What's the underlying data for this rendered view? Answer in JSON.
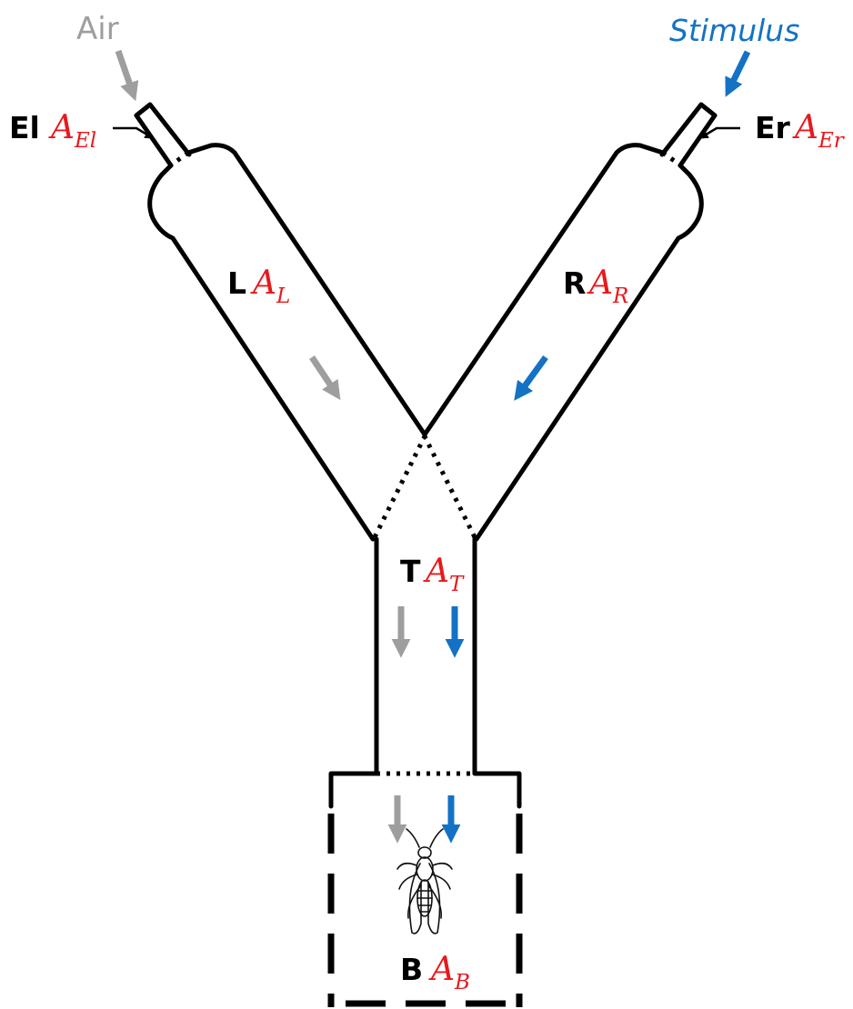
{
  "labels": {
    "air": "Air",
    "stimulus": "Stimulus",
    "el": "El",
    "er": "Er",
    "l": "L",
    "r": "R",
    "t": "T",
    "b": "B"
  },
  "variables": {
    "a": "A",
    "el_sub": "El",
    "er_sub": "Er",
    "l_sub": "L",
    "r_sub": "R",
    "t_sub": "T",
    "b_sub": "B"
  },
  "colors": {
    "air_arrow": "#9e9e9e",
    "stimulus_arrow": "#1372c4",
    "variable_text": "#e8181c",
    "walls": "#000000"
  },
  "icons": {
    "insect": "wasp-icon"
  }
}
